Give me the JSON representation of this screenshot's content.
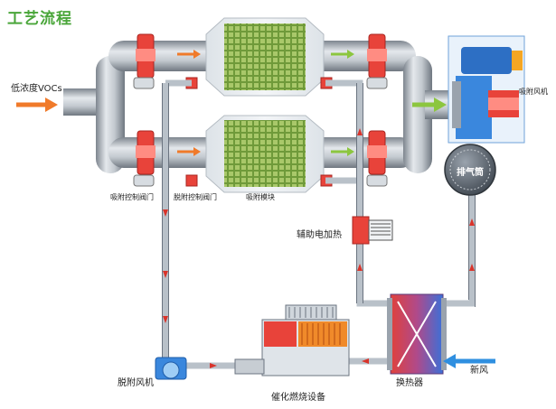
{
  "title": "工艺流程",
  "labels": {
    "inlet": "低浓度VOCs",
    "adsorption_fan": "吸附风机",
    "chimney": "排气筒",
    "adsorption_valve": "吸附控制阀门",
    "desorption_valve": "脱附控制阀门",
    "adsorption_module": "吸附模块",
    "aux_heater": "辅助电加热",
    "desorption_fan": "脱附风机",
    "catalytic_combustor": "催化燃烧设备",
    "heat_exchanger": "换热器",
    "fresh_air": "新风"
  },
  "colors": {
    "title": "#4aa63a",
    "pipe": "#9aa3ad",
    "valve": "#e8433a",
    "adsorption_bed": "#6f9a3a",
    "flow_arrow_orange": "#f07a2a",
    "flow_arrow_green": "#8cc63f",
    "flow_arrow_blue": "#2f8fe0",
    "small_arrow_red": "#d9342b"
  }
}
